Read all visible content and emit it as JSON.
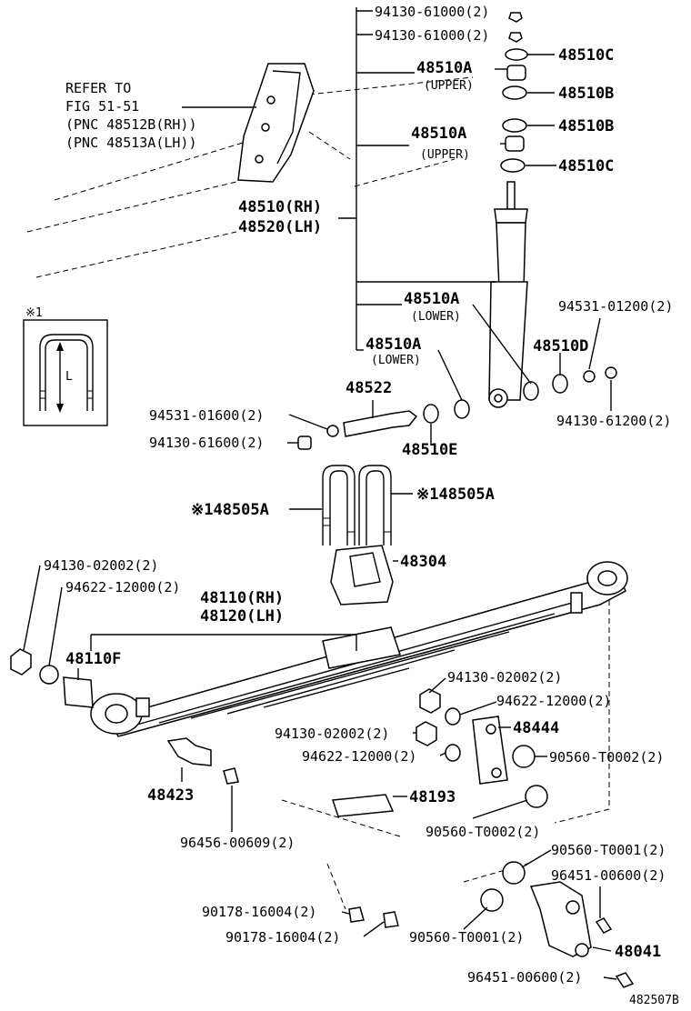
{
  "labels": {
    "l1": "94130-61000(2)",
    "l2": "94130-61000(2)",
    "l3": "48510C",
    "l4": "48510A",
    "upper": "(UPPER)",
    "lower": "(LOWER)",
    "l5": "48510B",
    "l6": "48510B",
    "refer1": "REFER TO",
    "refer2": "FIG 51-51",
    "refer3": "(PNC 48512B(RH))",
    "refer4": "(PNC 48513A(LH))",
    "l7": "48510(RH)",
    "l8": "48520(LH)",
    "l9": "94531-01200(2)",
    "inset": "※1",
    "inset_l": "L",
    "l10": "48510D",
    "l11": "48522",
    "l12": "94531-01600(2)",
    "l13": "94130-61200(2)",
    "l14": "94130-61600(2)",
    "l15": "48510E",
    "l16": "※148505A",
    "l17": "48304",
    "l18": "94130-02002(2)",
    "l19": "94622-12000(2)",
    "l20": "48110(RH)",
    "l21": "48120(LH)",
    "l22": "48110F",
    "l23": "48444",
    "l24": "90560-T0002(2)",
    "l25": "48423",
    "l26": "48193",
    "l27": "96456-00609(2)",
    "l28": "90560-T0001(2)",
    "l29": "96451-00600(2)",
    "l30": "90178-16004(2)",
    "l31": "48041",
    "diagram_id": "482507B"
  }
}
